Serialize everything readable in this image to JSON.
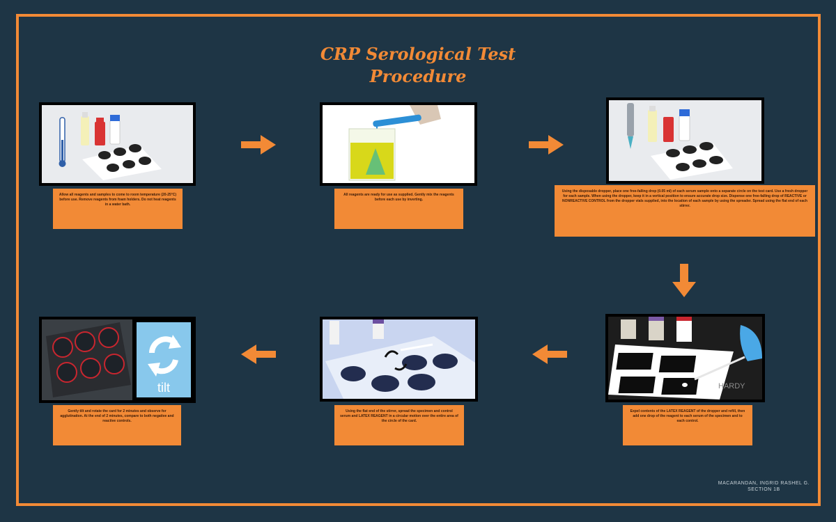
{
  "title": {
    "line1": "CRP Serological Test",
    "line2": "Procedure"
  },
  "colors": {
    "background": "#1e3545",
    "accent": "#f28a36",
    "caption_text": "#3a1a08"
  },
  "steps": [
    {
      "text": "Allow all reagents and samples to come to room temperature (20-25°C) before use. Remove reagents from foam holders. Do not heat reagents in a water bath."
    },
    {
      "text": "All reagents are ready for use as supplied. Gently mix the reagents before each use by inverting."
    },
    {
      "text": "Using the disposable dropper, place one free-falling drop (0.05 ml) of each serum sample onto a separate circle on the test card. Use a fresh dropper for each sample. When using the dropper, keep it in a vertical position to ensure accurate drop size. Dispense one free-falling drop of REACTIVE or NONREACTIVE CONTROL from the dropper vials supplied, into the location of each sample by using the spreader. Spread using the flat end of each stirrer."
    },
    {
      "text": "Expel contents of the LATEX REAGENT of the dropper and refill, then add one drop of the reagent to each serum of the specimen and to each control."
    },
    {
      "text": "Using the flat end of the stirrer, spread the specimen and control serum and LATEX REAGENT in a circular motion over the entire area of the circle of the card."
    },
    {
      "text": "Gently tilt and rotate the card for 2 minutes and observe for agglutination. At the end of 2 minutes, compare to both negative and reactive controls."
    }
  ],
  "tilt_label": "tilt",
  "watermark": "HARDY",
  "author": {
    "line1": "MACARANDAN, INGRID RASHEL G.",
    "line2": "SECTION 1B"
  }
}
